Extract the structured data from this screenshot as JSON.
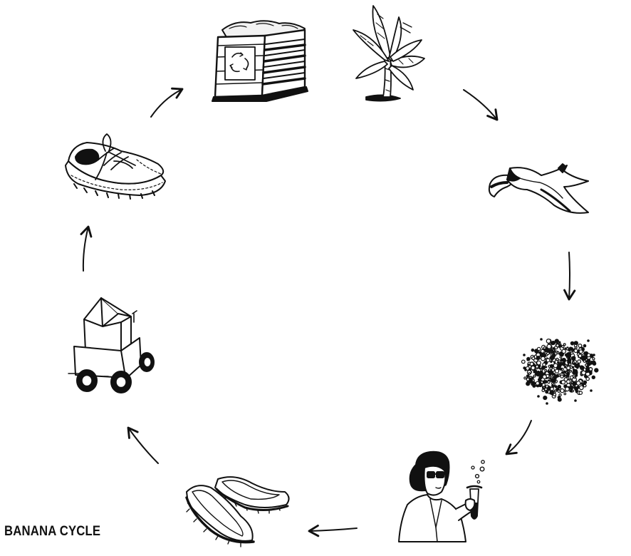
{
  "title": "BANANA CYCLE",
  "colors": {
    "ink": "#111111",
    "paper": "#ffffff",
    "light_fill": "#f4f4f4"
  },
  "stages": [
    {
      "name": "banana-plant",
      "icon": "banana-plant-icon"
    },
    {
      "name": "banana-peel",
      "icon": "banana-peel-icon"
    },
    {
      "name": "fiber-pile",
      "icon": "fiber-pile-icon"
    },
    {
      "name": "scientist",
      "icon": "scientist-with-test-tube-icon"
    },
    {
      "name": "flat-shoes",
      "icon": "flat-shoes-icon"
    },
    {
      "name": "rover-vehicle",
      "icon": "rover-vehicle-icon"
    },
    {
      "name": "sneaker",
      "icon": "sneaker-icon"
    },
    {
      "name": "recycling-bin",
      "icon": "recycling-bin-icon"
    }
  ],
  "cycle_direction": "clockwise"
}
